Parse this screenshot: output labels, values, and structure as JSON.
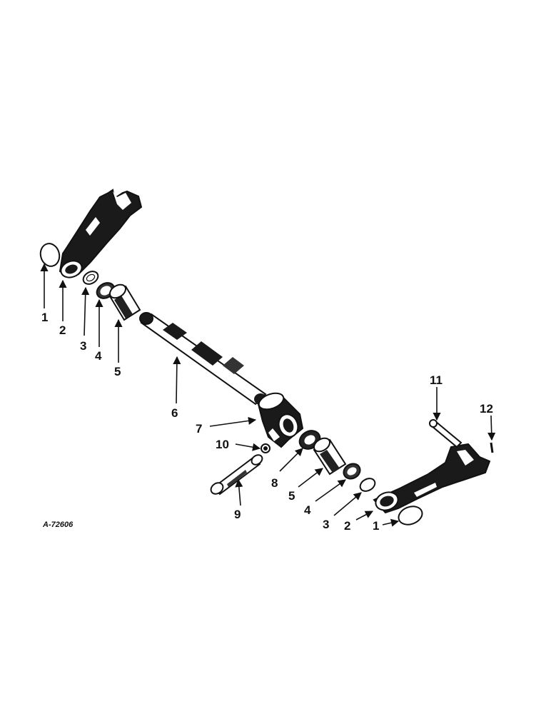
{
  "diagram": {
    "figure_id": "A-72606",
    "callouts": {
      "left_1": "1",
      "left_2": "2",
      "left_3": "3",
      "left_4": "4",
      "left_5": "5",
      "shaft_6": "6",
      "arm_7": "7",
      "bushing_8": "8",
      "rod_9": "9",
      "fitting_10": "10",
      "pin_11": "11",
      "pin_12": "12",
      "right_5": "5",
      "right_4": "4",
      "right_3": "3",
      "right_2": "2",
      "right_1": "1"
    }
  }
}
